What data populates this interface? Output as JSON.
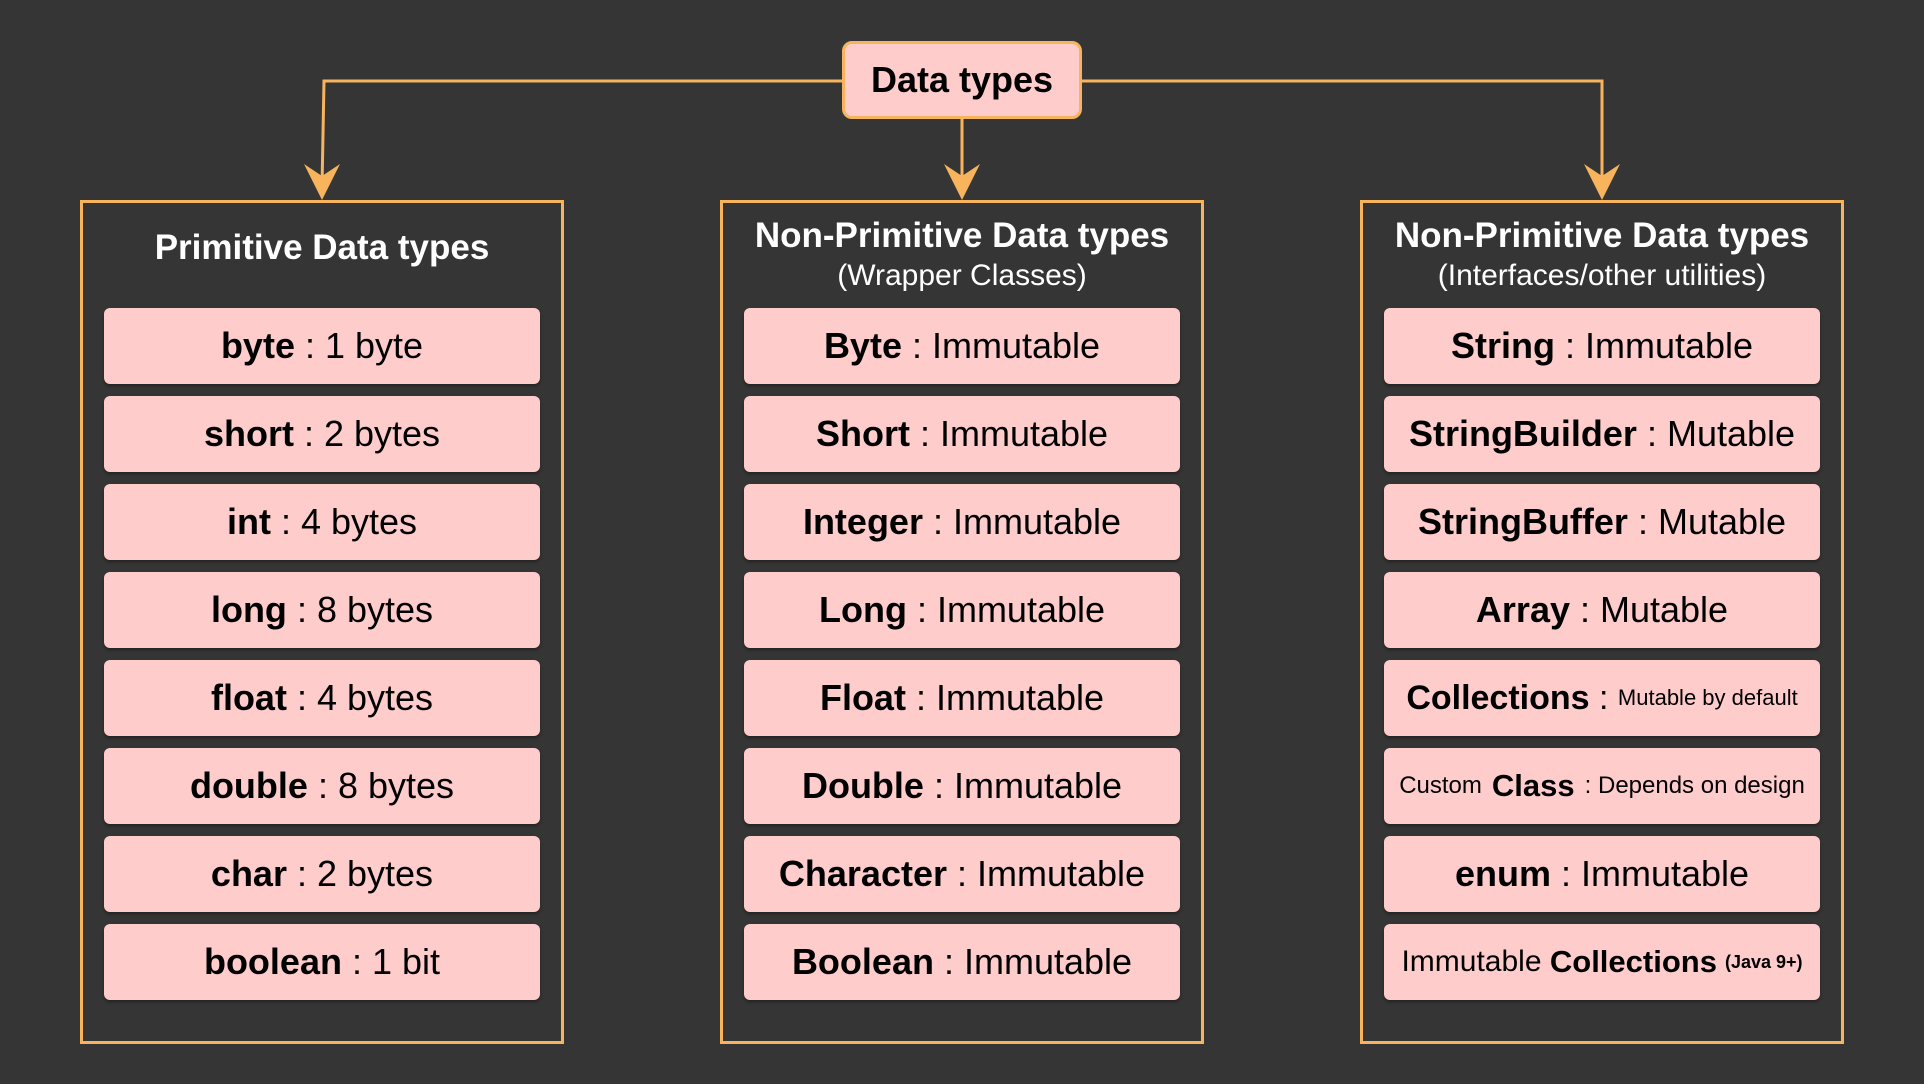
{
  "root": {
    "label": "Data types"
  },
  "colors": {
    "background": "#353535",
    "box_fill": "#ffcccc",
    "border": "#f7b45d",
    "title_text": "#ffffff"
  },
  "columns": [
    {
      "title": "Primitive Data types",
      "subtitle": "",
      "items": [
        {
          "key": "byte",
          "value": "1 byte"
        },
        {
          "key": "short",
          "value": "2 bytes"
        },
        {
          "key": "int",
          "value": "4 bytes"
        },
        {
          "key": "long",
          "value": "8 bytes"
        },
        {
          "key": "float",
          "value": "4 bytes"
        },
        {
          "key": "double",
          "value": "8 bytes"
        },
        {
          "key": "char",
          "value": "2 bytes"
        },
        {
          "key": "boolean",
          "value": "1 bit"
        }
      ]
    },
    {
      "title": "Non-Primitive Data types",
      "subtitle": "(Wrapper Classes)",
      "items": [
        {
          "key": "Byte",
          "value": "Immutable"
        },
        {
          "key": "Short",
          "value": "Immutable"
        },
        {
          "key": "Integer",
          "value": "Immutable"
        },
        {
          "key": "Long",
          "value": "Immutable"
        },
        {
          "key": "Float",
          "value": "Immutable"
        },
        {
          "key": "Double",
          "value": "Immutable"
        },
        {
          "key": "Character",
          "value": "Immutable"
        },
        {
          "key": "Boolean",
          "value": "Immutable"
        }
      ]
    },
    {
      "title": "Non-Primitive Data types",
      "subtitle": "(Interfaces/other utilities)",
      "items": [
        {
          "key": "String",
          "value": "Immutable"
        },
        {
          "key": "StringBuilder",
          "value": "Mutable"
        },
        {
          "key": "StringBuffer",
          "value": "Mutable"
        },
        {
          "key": "Array",
          "value": "Mutable"
        },
        {
          "key": "Collections",
          "value": "Mutable by default"
        },
        {
          "prefix": "Custom",
          "key": "Class",
          "value": "Depends on design"
        },
        {
          "key": "enum",
          "value": "Immutable"
        },
        {
          "prefix": "Immutable",
          "key": "Collections",
          "note": "(Java 9+)"
        }
      ]
    }
  ]
}
